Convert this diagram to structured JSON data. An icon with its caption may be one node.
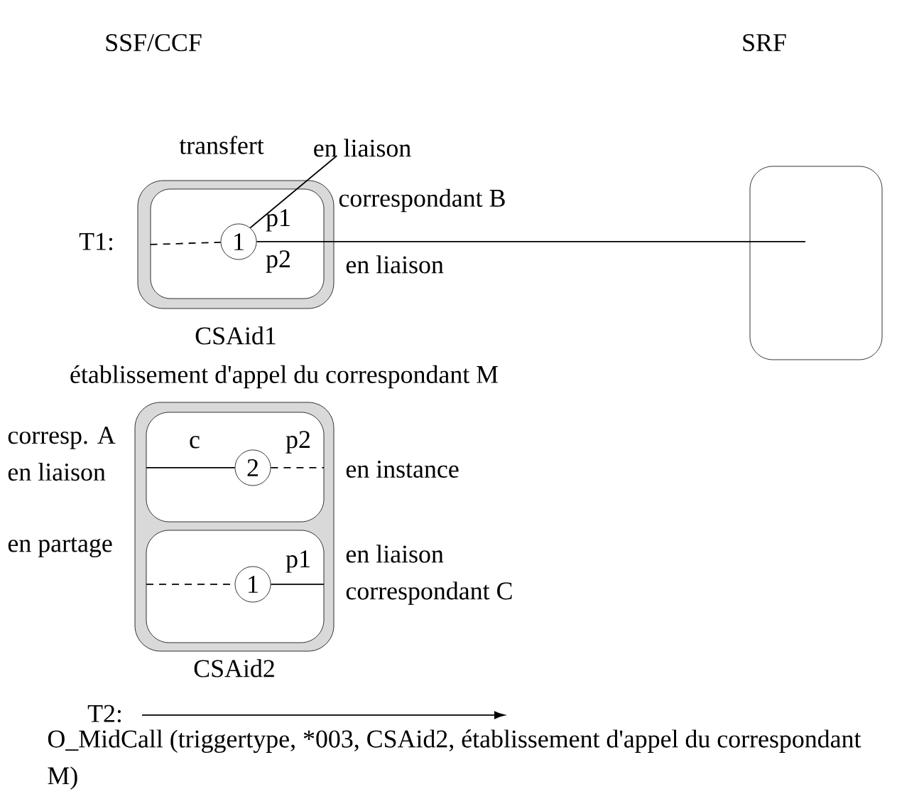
{
  "diagram": {
    "nodes": [
      {
        "text": [
          "en liaison"
        ]
      },
      {
        "text": [
          "CSAid1"
        ]
      },
      {
        "text": [
          "1"
        ],
        "in": 1
      },
      {
        "text": [],
        "shape": "box"
      },
      {
        "text": [
          "CSAid2"
        ]
      },
      {
        "text": [],
        "shape": "box",
        "in": 4
      },
      {
        "text": [
          "2"
        ],
        "in": 5
      },
      {
        "text": [],
        "shape": "box",
        "in": 4
      },
      {
        "text": [
          "1"
        ],
        "in": 7
      }
    ],
    "edges": [
      {
        "from": 0,
        "to": 2,
        "arrow": "none"
      },
      {
        "from": 1,
        "to": 2,
        "arrow": "none",
        "style": "dashed"
      },
      {
        "from": 2,
        "to": 3,
        "arrow": "none"
      },
      {
        "from": null,
        "to": 6,
        "arrow": "none"
      },
      {
        "from": 6,
        "to": null,
        "arrow": "none",
        "style": "dashed"
      },
      {
        "from": null,
        "to": 8,
        "arrow": "none",
        "style": "dashed"
      },
      {
        "from": 8,
        "to": null,
        "arrow": "none"
      }
    ],
    "labels": [
      "SSF/CCF",
      "SRF",
      "transfert",
      "correspondant B",
      "T1:",
      "p1",
      "p2",
      "en liaison",
      "établissement d'appel du correspondant M",
      "corresp. A en liaison",
      "c",
      "p2",
      "en instance",
      "en partage",
      "p1",
      "en liaison correspondant C",
      "T2:",
      "O_MidCall (triggertype, *003, CSAid2, établissement d'appel du correspondant M)"
    ]
  }
}
